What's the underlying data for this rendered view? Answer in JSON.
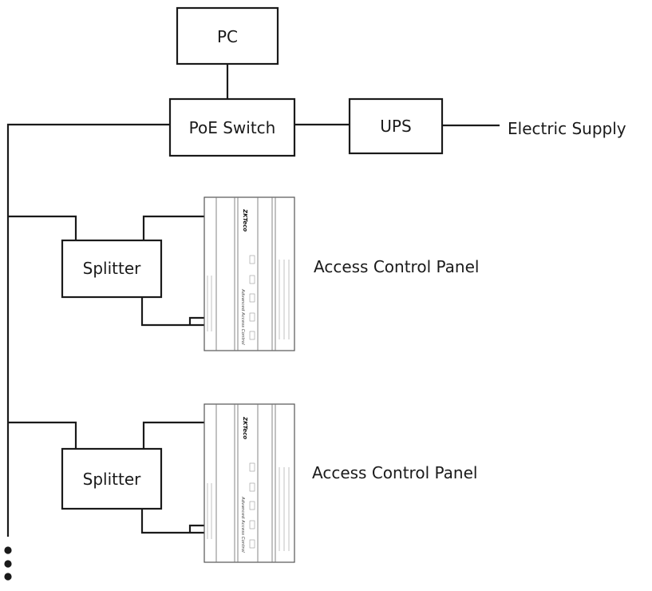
{
  "nodes": {
    "pc": "PC",
    "poe_switch": "PoE Switch",
    "ups": "UPS",
    "electric_supply": "Electric Supply"
  },
  "branches": [
    {
      "splitter_label": "Splitter",
      "panel_label": "Access Control Panel",
      "panel_print": "Advanced Access Control",
      "panel_brand": "ZKTeco"
    },
    {
      "splitter_label": "Splitter",
      "panel_label": "Access Control Panel",
      "panel_print": "Advanced Access Control",
      "panel_brand": "ZKTeco"
    }
  ],
  "colors": {
    "line": "#1a1a1a",
    "background": "#ffffff",
    "brand_accent": "#b22222"
  },
  "continuation_icon": "vertical-ellipsis"
}
